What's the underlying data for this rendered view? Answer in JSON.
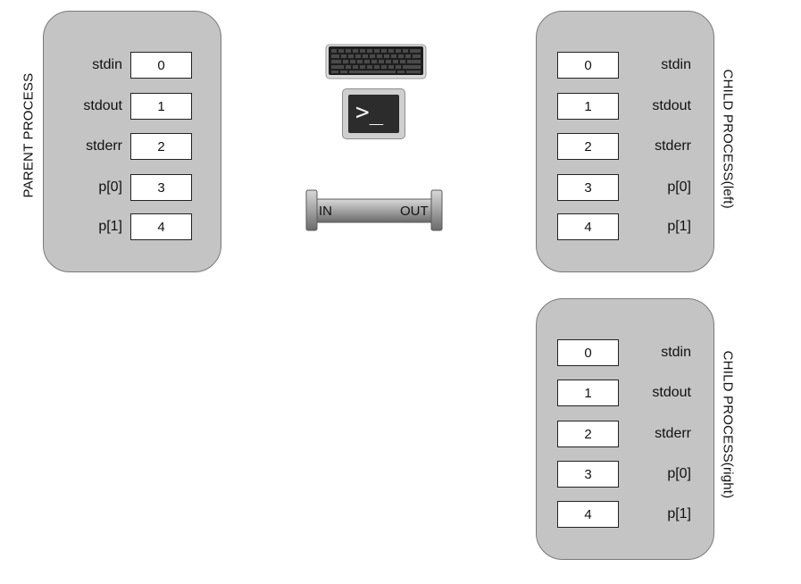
{
  "parent": {
    "title": "PARENT PROCESS",
    "rows": [
      {
        "label": "stdin",
        "fd": "0"
      },
      {
        "label": "stdout",
        "fd": "1"
      },
      {
        "label": "stderr",
        "fd": "2"
      },
      {
        "label": "p[0]",
        "fd": "3"
      },
      {
        "label": "p[1]",
        "fd": "4"
      }
    ]
  },
  "child_left": {
    "title": "CHILD PROCESS(left)",
    "rows": [
      {
        "label": "stdin",
        "fd": "0"
      },
      {
        "label": "stdout",
        "fd": "1"
      },
      {
        "label": "stderr",
        "fd": "2"
      },
      {
        "label": "p[0]",
        "fd": "3"
      },
      {
        "label": "p[1]",
        "fd": "4"
      }
    ]
  },
  "child_right": {
    "title": "CHILD PROCESS(right)",
    "rows": [
      {
        "label": "stdin",
        "fd": "0"
      },
      {
        "label": "stdout",
        "fd": "1"
      },
      {
        "label": "stderr",
        "fd": "2"
      },
      {
        "label": "p[0]",
        "fd": "3"
      },
      {
        "label": "p[1]",
        "fd": "4"
      }
    ]
  },
  "terminal": {
    "prompt": ">_"
  },
  "pipe": {
    "in_label": "IN",
    "out_label": "OUT"
  },
  "icons": [
    "keyboard-icon",
    "terminal-icon",
    "pipe-icon"
  ],
  "colors": {
    "box_fill": "#c4c4c4",
    "pipe_gray": "#9a9a9a"
  }
}
